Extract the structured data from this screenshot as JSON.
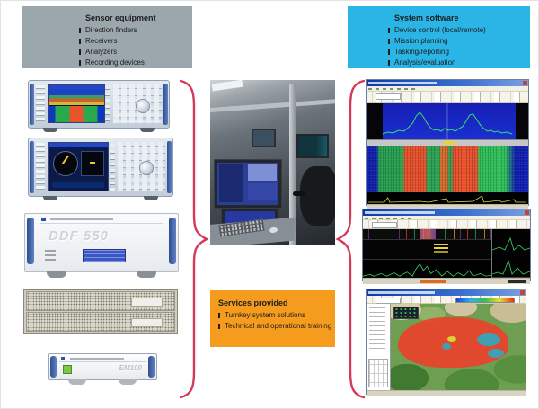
{
  "diagram": {
    "sensor_box": {
      "title": "Sensor equipment",
      "items": [
        "Direction finders",
        "Receivers",
        "Analyzers",
        "Recording devices"
      ]
    },
    "software_box": {
      "title": "System software",
      "items": [
        "Device control (local/remote)",
        "Mission planning",
        "Tasking/reporting",
        "Analysis/evaluation"
      ]
    },
    "services_box": {
      "title": "Services provided",
      "items": [
        "Turnkey system solutions",
        "Technical and operational training"
      ]
    }
  },
  "equipment_labels": {
    "direction_finder": "DDF 550",
    "compact_receiver": "EM100"
  },
  "colors": {
    "sensor_box_bg": "#9ba6ad",
    "software_box_bg": "#2ab5e6",
    "services_box_bg": "#f59b1e",
    "brace": "#d43a58",
    "text": "#1d1d1b",
    "page_bg": "#ffffff"
  }
}
